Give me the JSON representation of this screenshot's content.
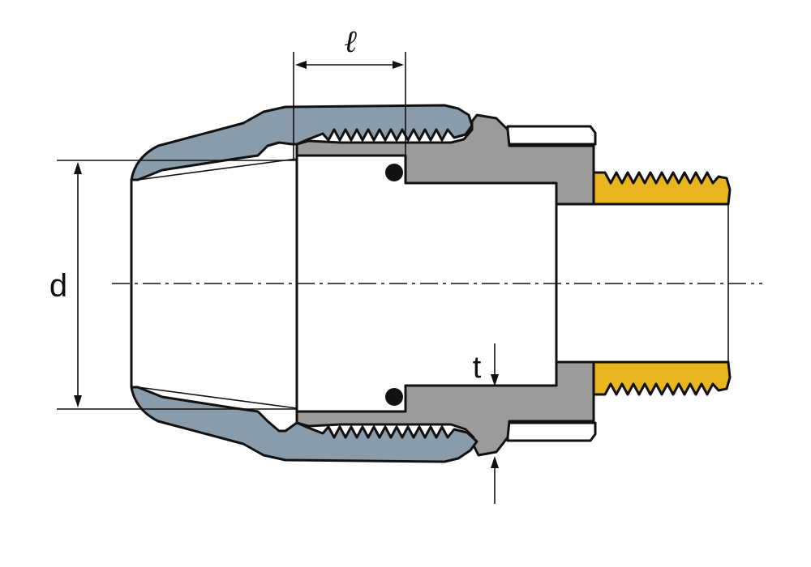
{
  "labels": {
    "length": "ℓ",
    "diameter": "d",
    "thickness": "t"
  },
  "colors": {
    "nut": "#8a9ca9",
    "body": "#9b9b9c",
    "thread": "#e8b420",
    "seal": "#111111",
    "outline": "#111111",
    "background": "#ffffff"
  }
}
